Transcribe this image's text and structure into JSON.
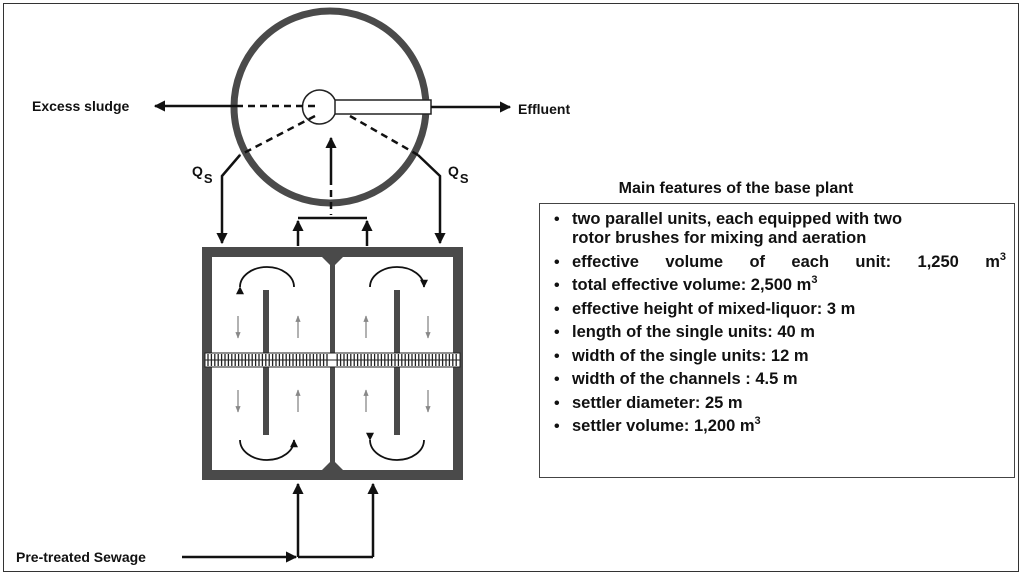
{
  "labels": {
    "excess_sludge": "Excess sludge",
    "effluent": "Effluent",
    "qs_left": "Q",
    "qs_left_sub": "S",
    "qs_right": "Q",
    "qs_right_sub": "S",
    "pre_treated": "Pre-treated Sewage"
  },
  "features": {
    "title": "Main features of the base plant",
    "items": [
      {
        "line1": "two parallel units, each equipped  with two",
        "line2": "rotor  brushes for mixing and aeration"
      },
      {
        "text": "effective  volume  of  each  unit: 1,250 m",
        "sup": "3"
      },
      {
        "text": "total effective volume: 2,500 m",
        "sup": "3"
      },
      {
        "text": "effective height of mixed-liquor: 3 m"
      },
      {
        "text": "length of the single units: 40 m"
      },
      {
        "text": "width of the single units: 12 m"
      },
      {
        "text": "width of the channels : 4.5 m"
      },
      {
        "text": "settler diameter: 25 m"
      },
      {
        "text": "settler volume: 1,200 m",
        "sup": "3"
      }
    ]
  },
  "colors": {
    "structure": "#4a4a4a",
    "line": "#111111",
    "flow_arrow": "#888888"
  }
}
